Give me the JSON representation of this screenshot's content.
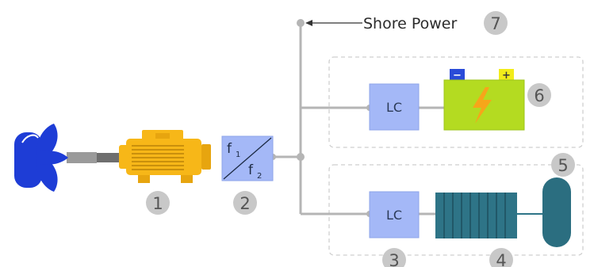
{
  "shore_power": {
    "label": "Shore Power",
    "number": "7"
  },
  "converter": {
    "f1_main": "f",
    "f1_sub": "1",
    "f2_main": "f",
    "f2_sub": "2"
  },
  "lc_top": {
    "label": "LC"
  },
  "lc_bottom": {
    "label": "LC"
  },
  "battery": {
    "negative": "−",
    "positive": "+"
  },
  "badges": {
    "motor": "1",
    "converter": "2",
    "lc": "3",
    "fuel_cell": "4",
    "tank": "5",
    "battery": "6"
  },
  "colors": {
    "propeller": "#1e3dd6",
    "motor": "#f7b718",
    "box_fill": "#a4b8f7",
    "battery": "#b4db21",
    "fuel_cell": "#2e7487",
    "tank": "#2b6e80",
    "wire": "#b5b5b5",
    "badge": "#c8c8c8"
  }
}
